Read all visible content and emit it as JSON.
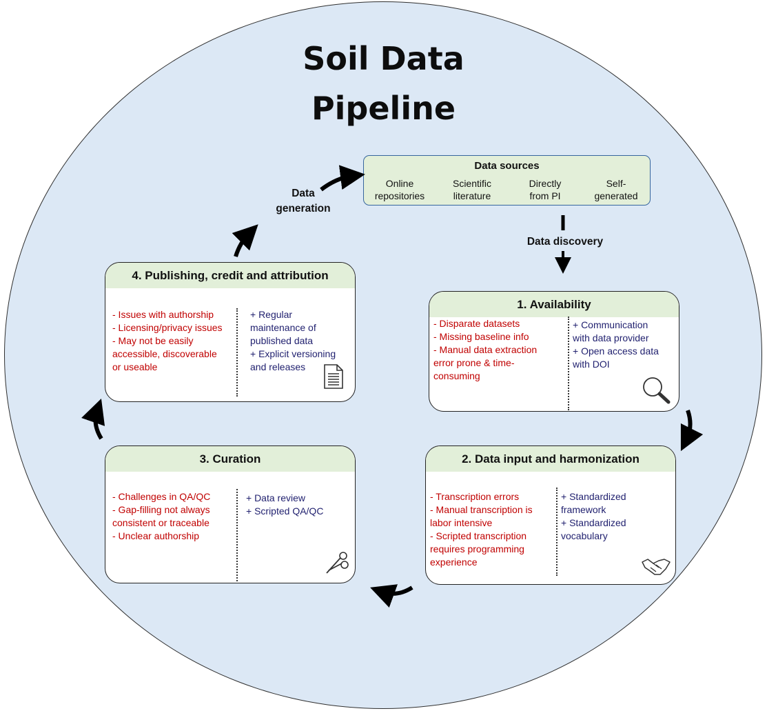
{
  "title": {
    "line1": "Soil Data",
    "line2": "Pipeline"
  },
  "data_sources": {
    "heading": "Data sources",
    "items": [
      "Online\nrepositories",
      "Scientific\nliterature",
      "Directly\nfrom PI",
      "Self-\ngenerated"
    ]
  },
  "labels": {
    "data_generation": "Data\ngeneration",
    "data_discovery": "Data discovery"
  },
  "stages": [
    {
      "title": "1. Availability",
      "challenges": [
        "- Disparate datasets",
        "- Missing baseline info",
        "- Manual data extraction\n  error prone & time-\n  consuming"
      ],
      "solutions": [
        "+ Communication\n  with data provider",
        "+ Open access data\n  with DOI"
      ],
      "icon": "magnifying-glass-icon"
    },
    {
      "title": "2. Data input and harmonization",
      "challenges": [
        "- Transcription errors",
        "- Manual transcription is\n  labor intensive",
        "- Scripted transcription\n  requires programming\n  experience"
      ],
      "solutions": [
        "+ Standardized\n  framework",
        "+ Standardized\n  vocabulary"
      ],
      "icon": "handshake-icon"
    },
    {
      "title": "3. Curation",
      "challenges": [
        "- Challenges in QA/QC",
        "- Gap-filling not always\n  consistent or traceable",
        "- Unclear authorship"
      ],
      "solutions": [
        "+ Data review",
        "+ Scripted QA/QC"
      ],
      "icon": "scissors-icon"
    },
    {
      "title": "4. Publishing, credit and attribution",
      "challenges": [
        "- Issues with authorship",
        "- Licensing/privacy issues",
        "- May not be easily\n  accessible, discoverable\n  or useable"
      ],
      "solutions": [
        "+ Regular\n  maintenance of\n  published data",
        "+ Explicit versioning\n  and releases"
      ],
      "icon": "document-icon"
    }
  ],
  "colors": {
    "background_circle": "#dce8f5",
    "header_fill": "#e2efd9",
    "challenge_text": "#c00000",
    "solution_text": "#1f1f6e",
    "sources_border": "#35659e"
  }
}
